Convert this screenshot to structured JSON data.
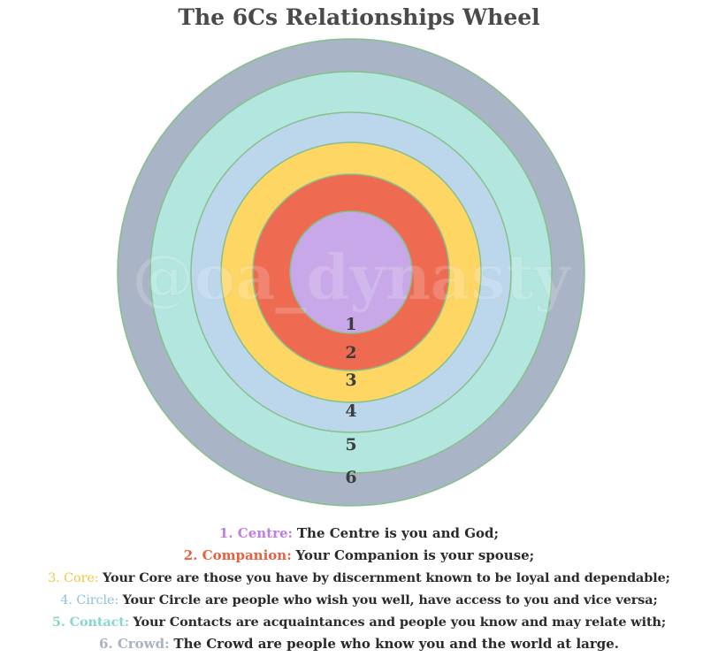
{
  "title": "The 6Cs Relationships Wheel",
  "watermark": "@oa_dynasty",
  "rings": [
    {
      "number": "1",
      "color": "#c8a8e8"
    },
    {
      "number": "2",
      "color": "#ee6b52"
    },
    {
      "number": "3",
      "color": "#fdd663"
    },
    {
      "number": "4",
      "color": "#bcd6ec"
    },
    {
      "number": "5",
      "color": "#b2e6df"
    },
    {
      "number": "6",
      "color": "#a9b4c6"
    }
  ],
  "ring_border_color": "#86c089",
  "legend": [
    {
      "term": "1. Centre:",
      "description": "The Centre is you and God;",
      "color": "#c27de0"
    },
    {
      "term": "2. Companion:",
      "description": "Your Companion is your spouse;",
      "color": "#e8603f"
    },
    {
      "term": "3. Core:",
      "description": "Your Core are those you have by discernment known to be loyal and dependable;",
      "color": "#f2c63e"
    },
    {
      "term": "4. Circle:",
      "description": "Your Circle are people who wish you well, have access to you and vice versa;",
      "color": "#8fbfe0"
    },
    {
      "term": "5. Contact:",
      "description": "Your Contacts are acquaintances and people you know and may relate with;",
      "color": "#8ad6cc"
    },
    {
      "term": "6. Crowd:",
      "description": "The Crowd are  people who know you and the world at large.",
      "color": "#a8b2c4"
    }
  ]
}
